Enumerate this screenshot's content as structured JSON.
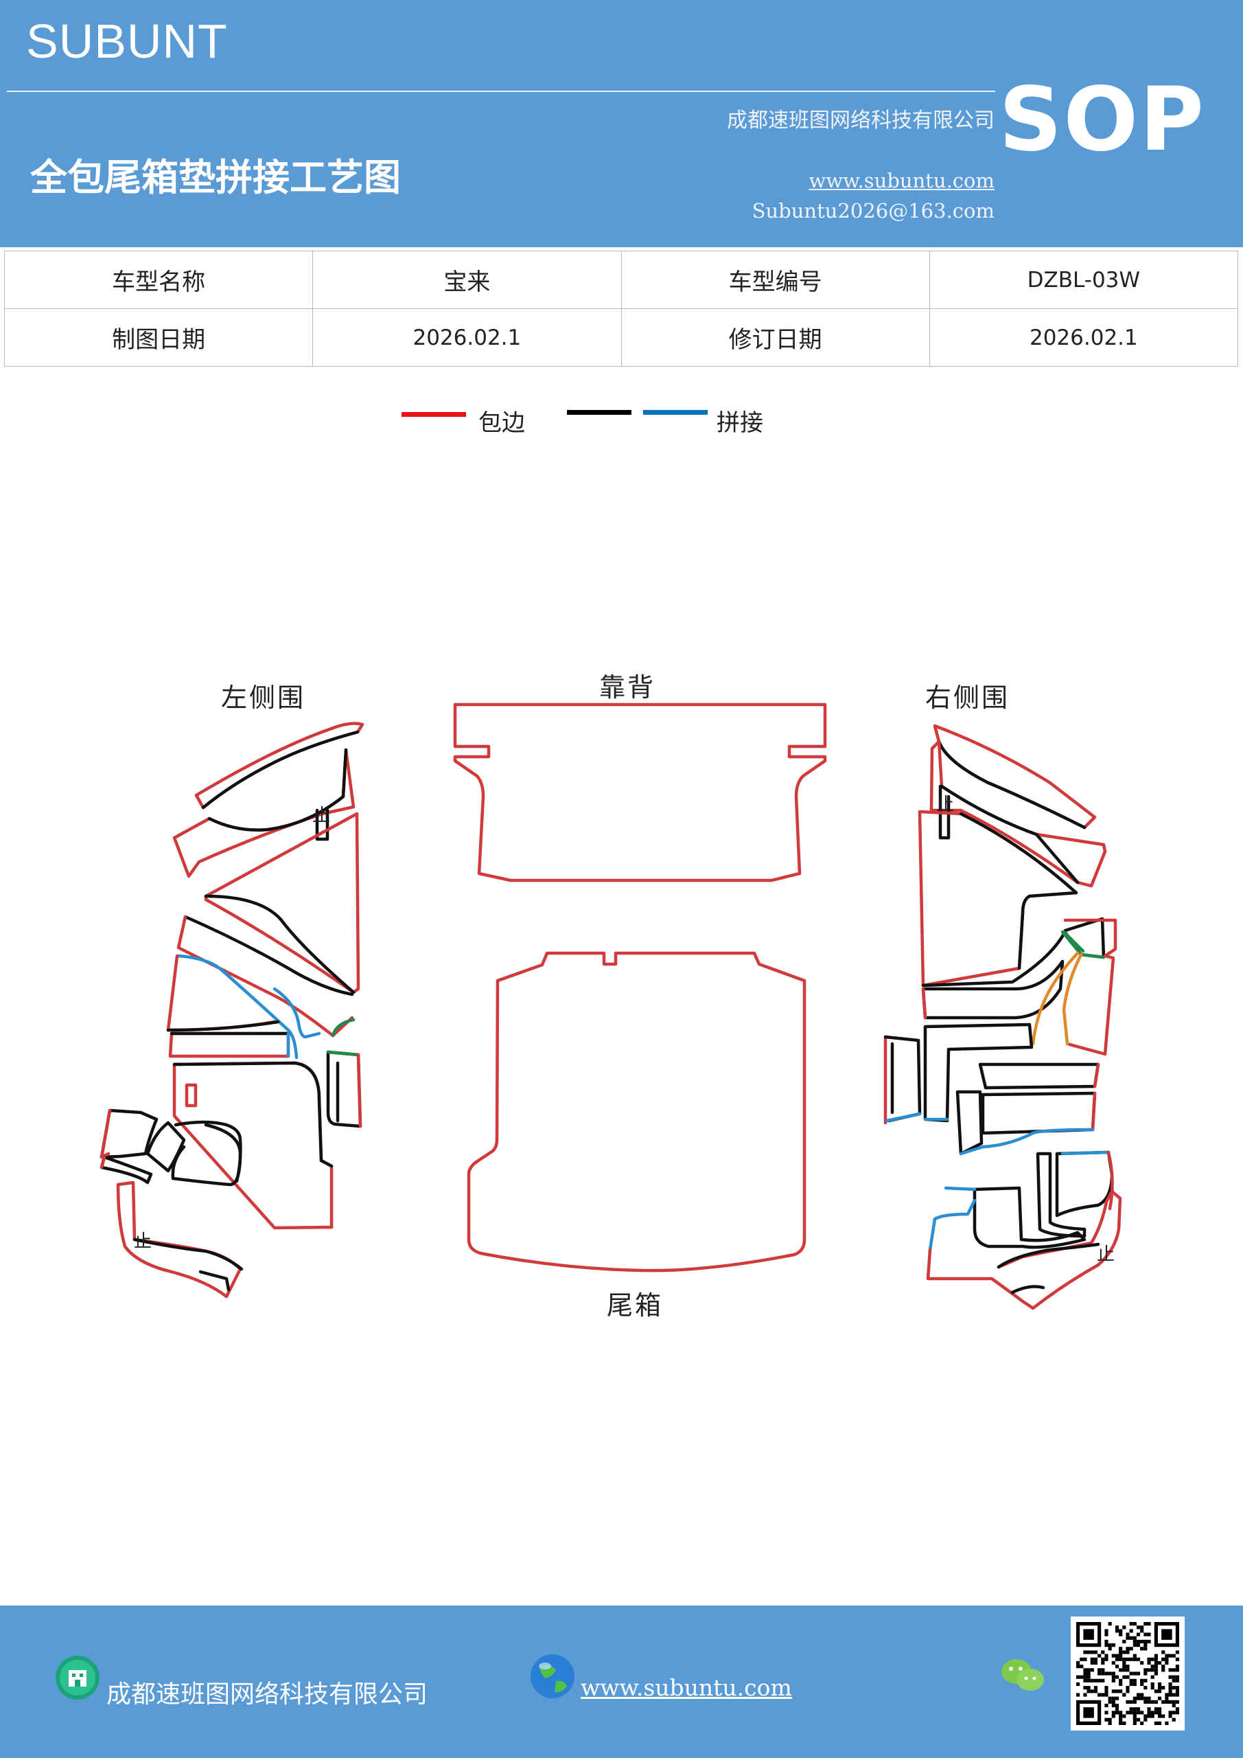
{
  "header": {
    "brand": "SUBUNT",
    "company": "成都速班图网络科技有限公司",
    "title": "全包尾箱垫拼接工艺图",
    "website": "www.subuntu.com",
    "email": "Subuntu2026@163.com",
    "badge": "SOP"
  },
  "info": {
    "model_name_label": "车型名称",
    "model_name_value": "宝来",
    "model_code_label": "车型编号",
    "model_code_value": "DZBL-03W",
    "draw_date_label": "制图日期",
    "draw_date_value": "2026.02.1",
    "revise_date_label": "修订日期",
    "revise_date_value": "2026.02.1"
  },
  "legend": {
    "edge_label": "包边",
    "edge_color": "#e8141c",
    "splice_label": "拼接",
    "splice_colors": [
      "#000000",
      "#0070c0"
    ]
  },
  "diagram": {
    "left_side_label": "左侧围",
    "backrest_label": "靠背",
    "right_side_label": "右侧围",
    "trunk_label": "尾箱",
    "marker_text": "止",
    "colors": {
      "edge": "#d03a3a",
      "splice_black": "#111111",
      "splice_blue": "#2a8fd0",
      "splice_green": "#1f8a4c",
      "splice_orange": "#e08a2a"
    }
  },
  "footer": {
    "company": "成都速班图网络科技有限公司",
    "website": "www.subuntu.com"
  }
}
